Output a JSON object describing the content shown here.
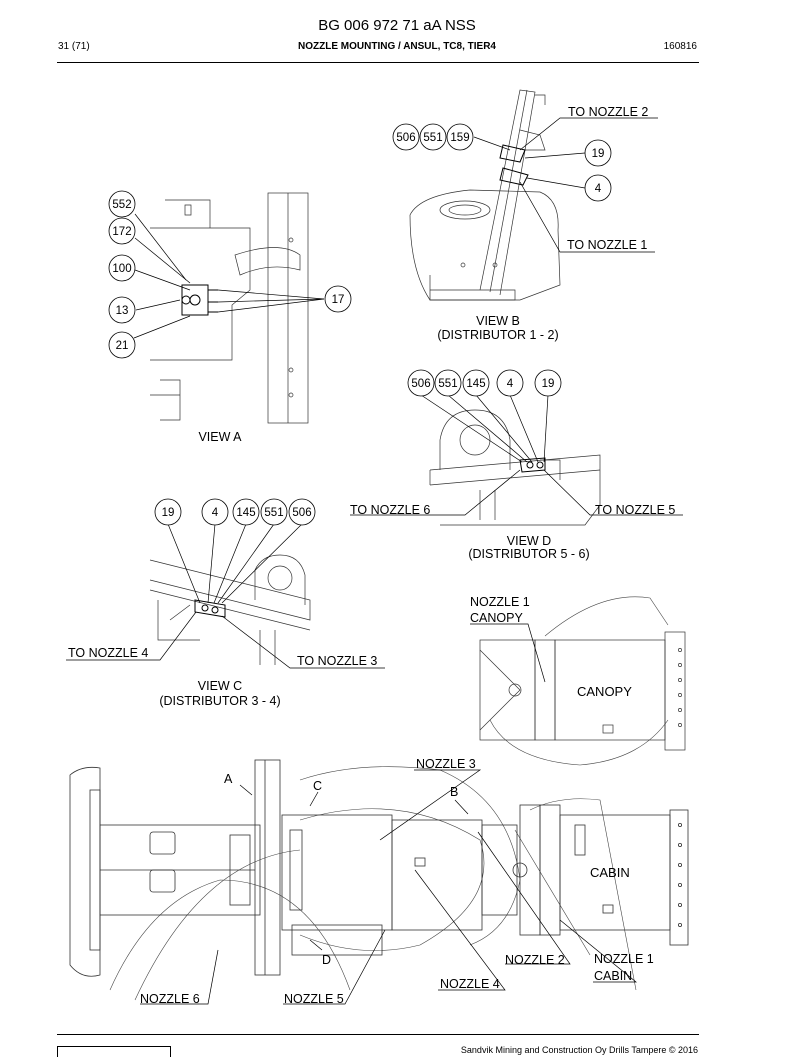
{
  "header": {
    "doc_code": "BG 006 972 71 aA NSS",
    "page": "31 (71)",
    "title": "NOZZLE MOUNTING / ANSUL, TC8, TIER4",
    "date": "160816"
  },
  "footer": {
    "text": "Sandvik Mining and Construction Oy Drills Tampere © 2016"
  },
  "views": {
    "a": {
      "title": "VIEW  A",
      "balloons": [
        "552",
        "172",
        "100",
        "13",
        "21",
        "17"
      ]
    },
    "b": {
      "title": "VIEW  B",
      "subtitle": "(DISTRIBUTOR 1 - 2)",
      "balloons": [
        "506",
        "551",
        "159",
        "19",
        "4"
      ],
      "to_nozzle_2": "TO NOZZLE 2",
      "to_nozzle_1": "TO NOZZLE 1"
    },
    "d": {
      "title": "VIEW D",
      "subtitle": "(DISTRIBUTOR 5 - 6)",
      "balloons": [
        "506",
        "551",
        "145",
        "4",
        "19"
      ],
      "to_nozzle_6": "TO NOZZLE 6",
      "to_nozzle_5": "TO NOZZLE 5"
    },
    "c": {
      "title": "VIEW  C",
      "subtitle": "(DISTRIBUTOR 3 - 4)",
      "balloons": [
        "19",
        "4",
        "145",
        "551",
        "506"
      ],
      "to_nozzle_4": "TO NOZZLE 4",
      "to_nozzle_3": "TO NOZZLE 3"
    },
    "canopy": {
      "nozzle_1": "NOZZLE 1",
      "canopy_label": "CANOPY",
      "area": "CANOPY"
    },
    "overview": {
      "marker_a": "A",
      "marker_b": "B",
      "marker_c": "C",
      "marker_d": "D",
      "nozzle_3": "NOZZLE 3",
      "nozzle_2": "NOZZLE 2",
      "nozzle_4": "NOZZLE 4",
      "nozzle_5": "NOZZLE 5",
      "nozzle_6": "NOZZLE 6",
      "nozzle_1": "NOZZLE 1",
      "cabin_label": "CABIN",
      "cabin_area": "CABIN"
    }
  }
}
